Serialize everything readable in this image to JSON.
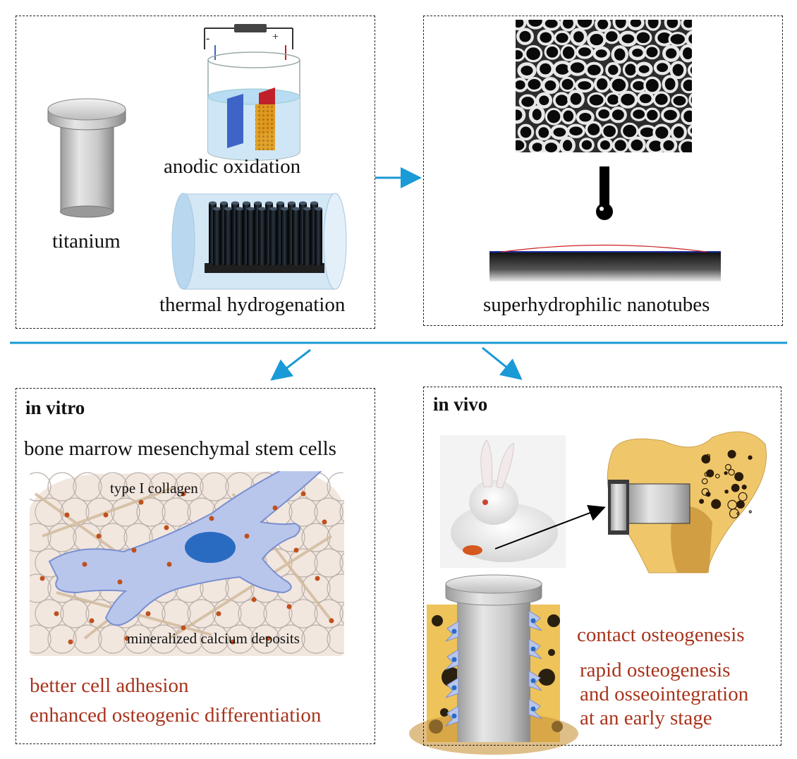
{
  "top_left": {
    "titanium_label": "titanium",
    "anodic_label": "anodic oxidation",
    "thermal_label": "thermal hydrogenation",
    "minus_sign": "-",
    "plus_sign": "+"
  },
  "top_right": {
    "nanotubes_label": "superhydrophilic nanotubes"
  },
  "in_vitro": {
    "heading": "in vitro",
    "subtitle": "bone marrow mesenchymal stem cells",
    "collagen_label": "type I collagen",
    "calcium_label": "mineralized calcium deposits",
    "result_1": "better cell adhesion",
    "result_2": "enhanced osteogenic differentiation"
  },
  "in_vivo": {
    "heading": "in vivo",
    "result_contact": "contact osteogenesis",
    "result_rapid_1": "rapid osteogenesis",
    "result_rapid_2": "and osseointegration",
    "result_rapid_3": "at an early stage"
  },
  "colors": {
    "accent_blue": "#1a9ad6",
    "result_red": "#a8341d",
    "panel_border": "#222222"
  }
}
